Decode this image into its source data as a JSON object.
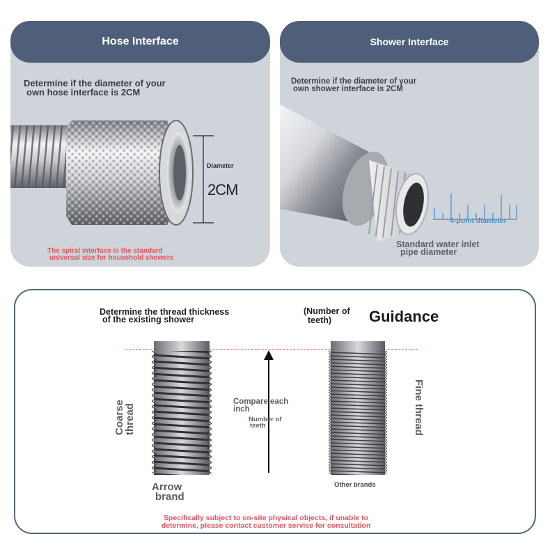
{
  "hose": {
    "title": "Hose Interface",
    "question": [
      "Determine if the diameter of your",
      "own hose interface is 2CM"
    ],
    "diameter_label": "Diameter",
    "diameter_value": "2CM",
    "note": [
      "The spiral interface is the standard",
      "universal size for household showers"
    ]
  },
  "shower": {
    "title": "Shower Interface",
    "question": [
      "Determine if the diameter of your",
      "own shower interface is 2CM"
    ],
    "ruler_label": "4-point diameter",
    "caption": [
      "Standard water inlet",
      "pipe diameter"
    ]
  },
  "guidance": {
    "question": [
      "Determine the thread thickness",
      "of the existing shower"
    ],
    "teeth_note": [
      "(Number of",
      "teeth)"
    ],
    "title": "Guidance",
    "coarse_label": "Coarse thread",
    "fine_label": "Fine thread",
    "compare_label": [
      "Compare each",
      "inch"
    ],
    "teeth_label": [
      "Number of",
      "teeth"
    ],
    "left_caption": [
      "Arrow",
      "brand"
    ],
    "right_caption": "Other brands",
    "footer": [
      "Specifically subject to on-site physical objects, if unable to",
      "determine, please contact customer service for consultation"
    ]
  },
  "colors": {
    "header": "#4f5f7a",
    "panel": "#cfd3da",
    "note_red": "#e0555d",
    "ruler_blue": "#3a8fd0",
    "guide_border": "#4f6a7f"
  }
}
